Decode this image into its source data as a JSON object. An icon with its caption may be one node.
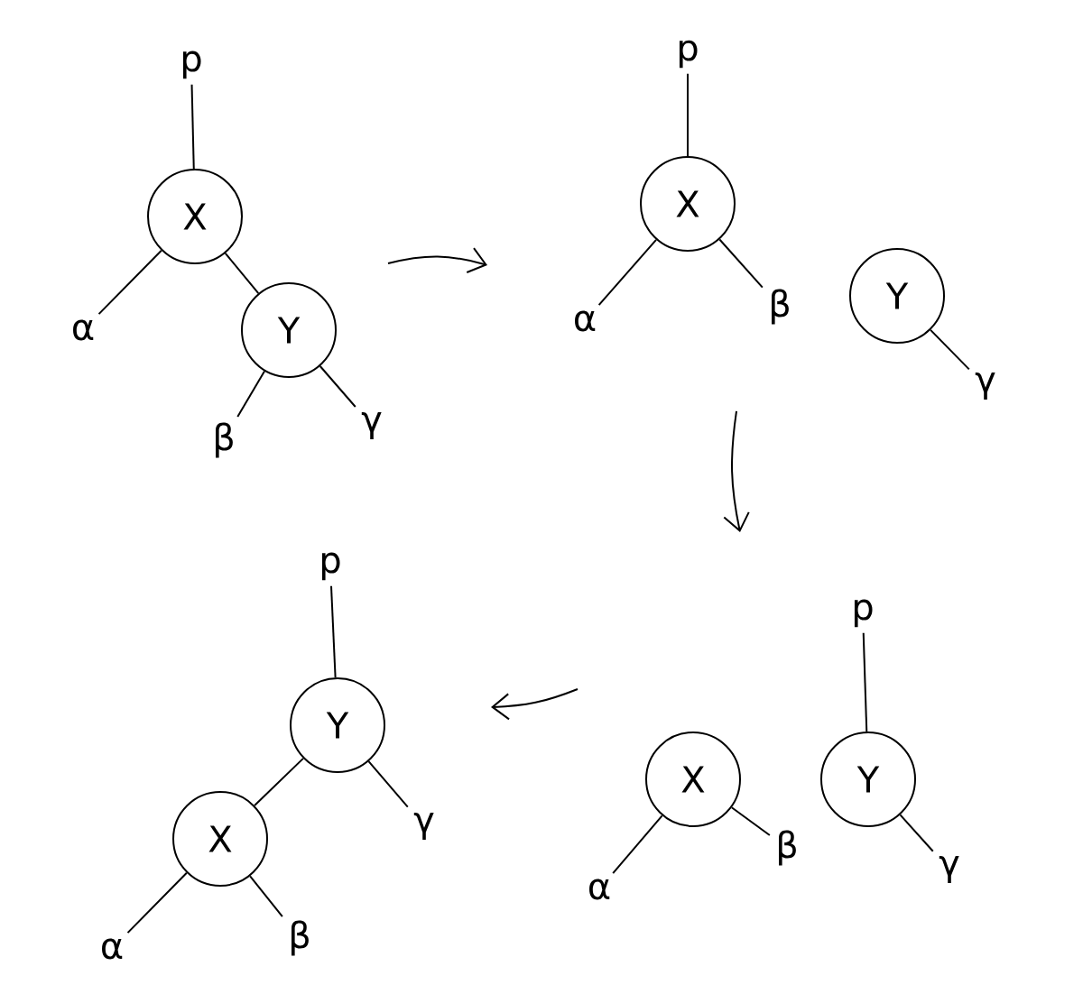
{
  "diagram": {
    "nodes": [
      {
        "text": [
          "p"
        ]
      },
      {
        "text": [
          "X"
        ]
      },
      {
        "text": [
          "α"
        ]
      },
      {
        "text": [
          "Y"
        ]
      },
      {
        "text": [
          "β"
        ]
      },
      {
        "text": [
          "γ"
        ]
      },
      {
        "text": [
          "p"
        ]
      },
      {
        "text": [
          "X"
        ]
      },
      {
        "text": [
          "α"
        ]
      },
      {
        "text": [
          "β"
        ]
      },
      {
        "text": [
          "Y"
        ]
      },
      {
        "text": [
          "γ"
        ]
      },
      {
        "text": [
          "X"
        ]
      },
      {
        "text": [
          "α"
        ]
      },
      {
        "text": [
          "β"
        ]
      },
      {
        "text": [
          "p"
        ]
      },
      {
        "text": [
          "Y"
        ]
      },
      {
        "text": [
          "γ"
        ]
      },
      {
        "text": [
          "p"
        ]
      },
      {
        "text": [
          "Y"
        ]
      },
      {
        "text": [
          "X"
        ]
      },
      {
        "text": [
          "γ"
        ]
      },
      {
        "text": [
          "α"
        ]
      },
      {
        "text": [
          "β"
        ]
      }
    ],
    "edges": [
      {
        "from": 0,
        "to": 1,
        "arrow": "none"
      },
      {
        "from": 1,
        "to": 2,
        "arrow": "none"
      },
      {
        "from": 1,
        "to": 3,
        "arrow": "none"
      },
      {
        "from": 3,
        "to": 4,
        "arrow": "none"
      },
      {
        "from": 3,
        "to": 5,
        "arrow": "none"
      },
      {
        "from": 6,
        "to": 7,
        "arrow": "none"
      },
      {
        "from": 7,
        "to": 8,
        "arrow": "none"
      },
      {
        "from": 7,
        "to": 9,
        "arrow": "none"
      },
      {
        "from": 10,
        "to": 11,
        "arrow": "none"
      },
      {
        "from": 12,
        "to": 13,
        "arrow": "none"
      },
      {
        "from": 12,
        "to": 14,
        "arrow": "none"
      },
      {
        "from": 15,
        "to": 16,
        "arrow": "none"
      },
      {
        "from": 16,
        "to": 17,
        "arrow": "none"
      },
      {
        "from": 18,
        "to": 19,
        "arrow": "none"
      },
      {
        "from": 19,
        "to": 20,
        "arrow": "none"
      },
      {
        "from": 19,
        "to": 21,
        "arrow": "none"
      },
      {
        "from": 20,
        "to": 22,
        "arrow": "none"
      },
      {
        "from": 20,
        "to": 23,
        "arrow": "none"
      }
    ]
  }
}
